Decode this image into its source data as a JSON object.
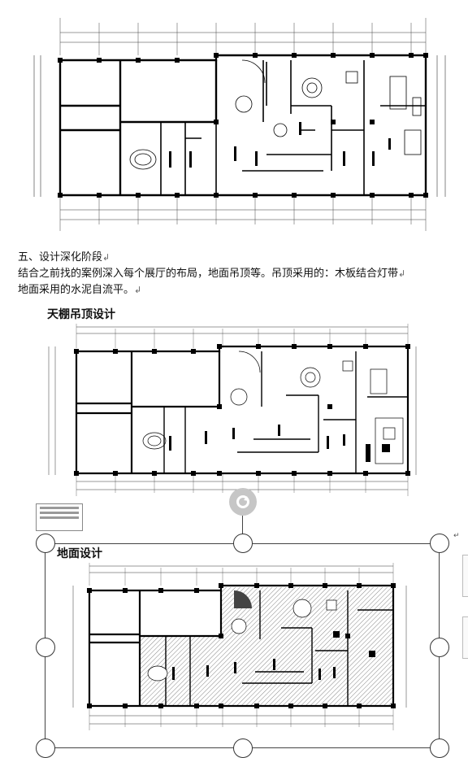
{
  "section": {
    "heading": "五、设计深化阶段",
    "heading_mark": "↲",
    "line1": "结合之前找的案例深入每个展厅的布局，地面吊顶等。吊顶采用的：木板结合灯带",
    "line1_mark": "↲",
    "line2": "地面采用的水泥自流平。",
    "line2_mark": "↲"
  },
  "figures": {
    "ceiling_title": "天棚吊顶设计",
    "floor_title": "地面设计"
  },
  "icons": {
    "rotate": "rotate-icon",
    "anchor": "anchor-mark-icon"
  },
  "colors": {
    "line": "#111111",
    "hatch": "#888888",
    "handle_fill": "#ffffff",
    "rotate_bg": "#c6c6c6"
  }
}
